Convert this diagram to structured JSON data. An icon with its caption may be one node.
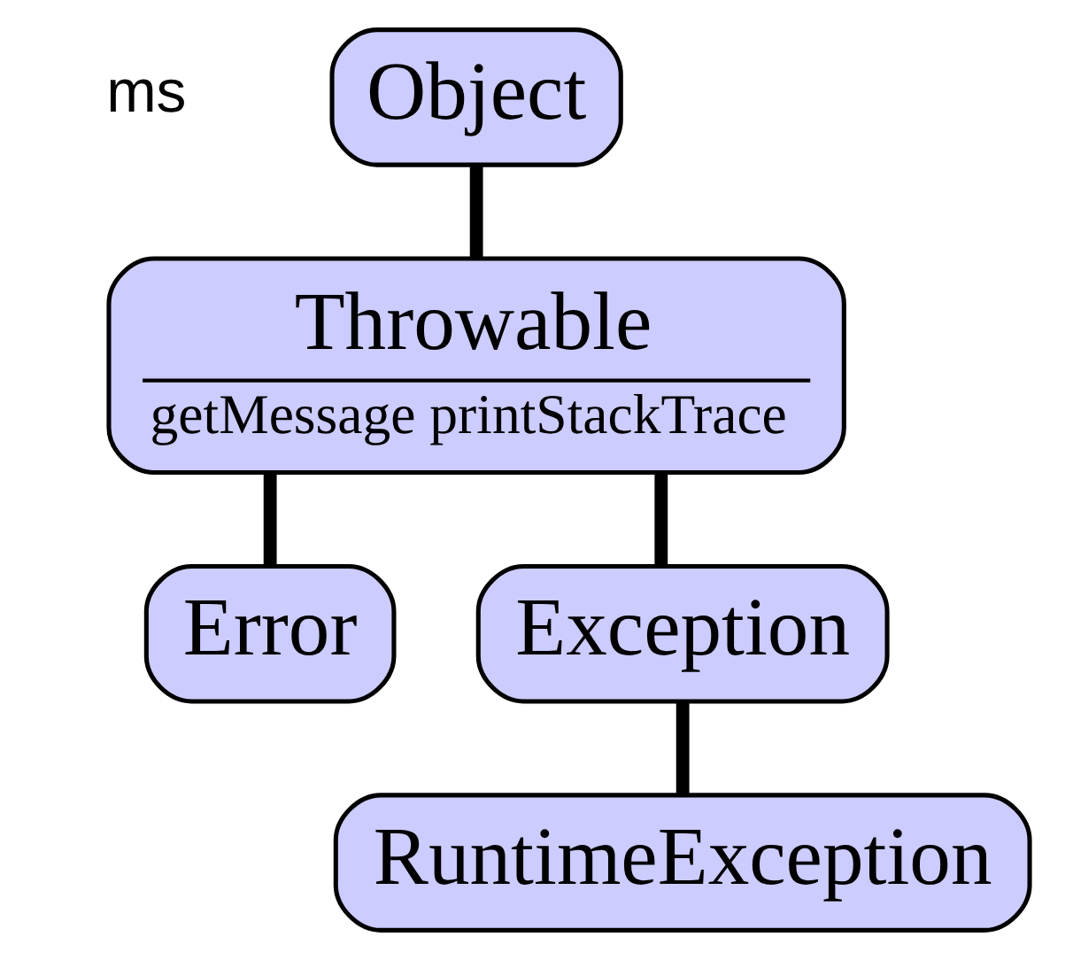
{
  "diagram": {
    "nodes": [
      {
        "text": [
          "Object"
        ]
      },
      {
        "text": [
          "Throwable",
          "getMessage printStackTrace"
        ]
      },
      {
        "text": [
          "Error"
        ]
      },
      {
        "text": [
          "Exception"
        ]
      },
      {
        "text": [
          "RuntimeException"
        ]
      }
    ],
    "edges": [
      {
        "from": 0,
        "to": 1,
        "arrow": "none"
      },
      {
        "from": 1,
        "to": 2,
        "arrow": "none"
      },
      {
        "from": 1,
        "to": 3,
        "arrow": "none"
      },
      {
        "from": 3,
        "to": 4,
        "arrow": "none"
      }
    ],
    "labels": [
      "ms"
    ]
  }
}
